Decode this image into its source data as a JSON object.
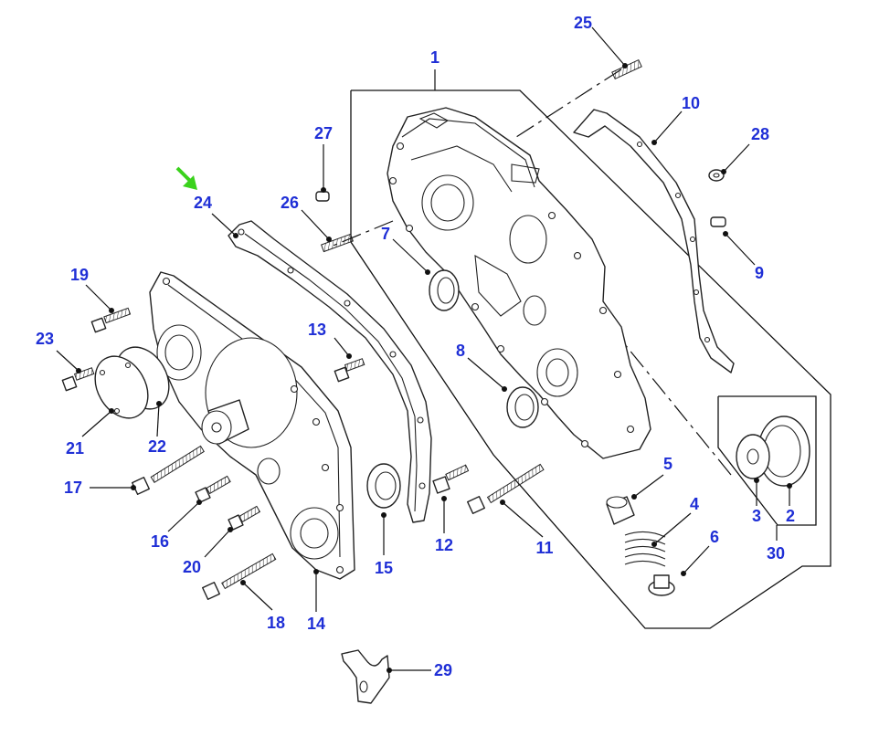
{
  "colors": {
    "callout": "#1f2fd6",
    "line": "#111111",
    "highlight_arrow": "#3ad21c"
  },
  "highlight_arrow_icon": "green-arrow-icon",
  "callouts": {
    "c1": "1",
    "c2": "2",
    "c3": "3",
    "c4": "4",
    "c5": "5",
    "c6": "6",
    "c7": "7",
    "c8": "8",
    "c9": "9",
    "c10": "10",
    "c11": "11",
    "c12": "12",
    "c13": "13",
    "c14": "14",
    "c15": "15",
    "c16": "16",
    "c17": "17",
    "c18": "18",
    "c19": "19",
    "c20": "20",
    "c21": "21",
    "c22": "22",
    "c23": "23",
    "c24": "24",
    "c25": "25",
    "c26": "26",
    "c27": "27",
    "c28": "28",
    "c29": "29",
    "c30": "30"
  }
}
